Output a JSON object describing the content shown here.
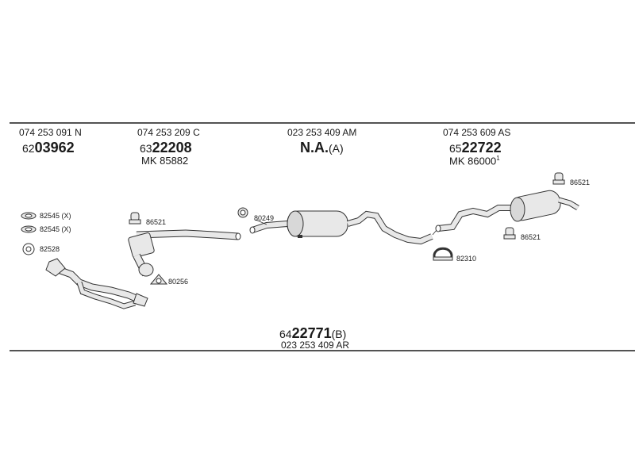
{
  "header": {
    "col1": {
      "code": "074 253 091 N",
      "num_prefix": "62",
      "num_main": "03962"
    },
    "col2": {
      "code": "074 253 209 C",
      "num_prefix": "63",
      "num_main": "22208",
      "mk": "MK  85882"
    },
    "col3": {
      "code": "023 253 409 AM",
      "num_main": "N.A.",
      "num_suffix": "(A)"
    },
    "col4": {
      "code": "074 253 609 AS",
      "num_prefix": "65",
      "num_main": "22722",
      "mk": "MK  86000",
      "mk_sup": "1"
    }
  },
  "footer": {
    "num_prefix": "64",
    "num_main": "22771",
    "num_suffix": "(B)",
    "code": "023 253 409 AR"
  },
  "part_labels": {
    "clamp_a": "82545 (X)",
    "clamp_b": "82545 (X)",
    "gasket_front": "82528",
    "hanger_mid": "86521",
    "gasket_mid": "80256",
    "gasket_center": "80249",
    "clamp_rear": "82310",
    "hanger_rear_top": "86521",
    "hanger_rear_bottom": "86521"
  },
  "colors": {
    "line": "#1a1a1a",
    "part_fill": "#e8e8e8",
    "part_stroke": "#333333"
  }
}
